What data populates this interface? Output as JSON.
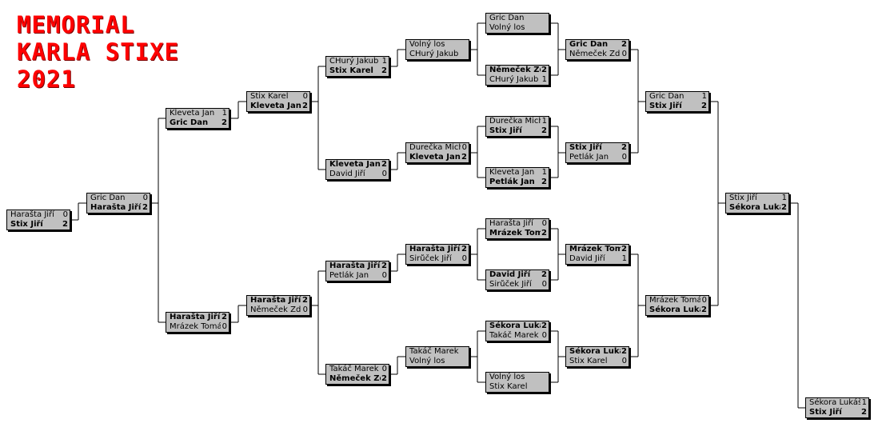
{
  "title": {
    "lines": [
      "MEMORIAL",
      "KARLA STIXE",
      "2021"
    ]
  },
  "matches": [
    {
      "id": "a1",
      "p": [
        {
          "n": "Harašta Jiří",
          "s": "0"
        },
        {
          "n": "Stix Jiří",
          "s": "2",
          "w": true
        }
      ]
    },
    {
      "id": "b1",
      "p": [
        {
          "n": "Gric Dan",
          "s": "0"
        },
        {
          "n": "Harašta Jiří",
          "s": "2",
          "w": true
        }
      ]
    },
    {
      "id": "c1",
      "p": [
        {
          "n": "Kleveta Jan",
          "s": "1"
        },
        {
          "n": "Gric Dan",
          "s": "2",
          "w": true
        }
      ]
    },
    {
      "id": "c2",
      "p": [
        {
          "n": "Harašta Jiří",
          "s": "2",
          "w": true
        },
        {
          "n": "Mrázek Tomáš",
          "s": "0"
        }
      ]
    },
    {
      "id": "d1",
      "p": [
        {
          "n": "Stix Karel",
          "s": "0"
        },
        {
          "n": "Kleveta Jan",
          "s": "2",
          "w": true
        }
      ]
    },
    {
      "id": "d2",
      "p": [
        {
          "n": "Harašta Jiří",
          "s": "2",
          "w": true
        },
        {
          "n": "Němeček Zdeněk",
          "s": "0"
        }
      ]
    },
    {
      "id": "e1",
      "p": [
        {
          "n": "CHurý Jakub",
          "s": "1"
        },
        {
          "n": "Stix Karel",
          "s": "2",
          "w": true
        }
      ]
    },
    {
      "id": "e2",
      "p": [
        {
          "n": "Kleveta Jan",
          "s": "2",
          "w": true
        },
        {
          "n": "David Jiří",
          "s": "0"
        }
      ]
    },
    {
      "id": "e3",
      "p": [
        {
          "n": "Harašta Jiří",
          "s": "2",
          "w": true
        },
        {
          "n": "Petlák Jan",
          "s": "0"
        }
      ]
    },
    {
      "id": "e4",
      "p": [
        {
          "n": "Takáč Marek",
          "s": "0"
        },
        {
          "n": "Němeček Zdeněk",
          "s": "2",
          "w": true
        }
      ]
    },
    {
      "id": "f1",
      "p": [
        {
          "n": "Volný los",
          "s": ""
        },
        {
          "n": "CHurý Jakub",
          "s": ""
        }
      ]
    },
    {
      "id": "f2",
      "p": [
        {
          "n": "Ďurečka Michal",
          "s": "0"
        },
        {
          "n": "Kleveta Jan",
          "s": "2",
          "w": true
        }
      ]
    },
    {
      "id": "f3",
      "p": [
        {
          "n": "Harašta Jiří",
          "s": "2",
          "w": true
        },
        {
          "n": "Širůček Jiří",
          "s": "0"
        }
      ]
    },
    {
      "id": "f4",
      "p": [
        {
          "n": "Takáč Marek",
          "s": ""
        },
        {
          "n": "Volný los",
          "s": ""
        }
      ]
    },
    {
      "id": "g1",
      "p": [
        {
          "n": "Gric Dan",
          "s": ""
        },
        {
          "n": "Volný los",
          "s": ""
        }
      ]
    },
    {
      "id": "g2",
      "p": [
        {
          "n": "Němeček Zdeněk",
          "s": "2",
          "w": true
        },
        {
          "n": "CHurý Jakub",
          "s": "1"
        }
      ]
    },
    {
      "id": "g3",
      "p": [
        {
          "n": "Ďurečka Michal",
          "s": "1"
        },
        {
          "n": "Stix Jiří",
          "s": "2",
          "w": true
        }
      ]
    },
    {
      "id": "g4",
      "p": [
        {
          "n": "Kleveta Jan",
          "s": "1"
        },
        {
          "n": "Petlák Jan",
          "s": "2",
          "w": true
        }
      ]
    },
    {
      "id": "g5",
      "p": [
        {
          "n": "Harašta Jiří",
          "s": "0"
        },
        {
          "n": "Mrázek Tomáš",
          "s": "2",
          "w": true
        }
      ]
    },
    {
      "id": "g6",
      "p": [
        {
          "n": "David Jiří",
          "s": "2",
          "w": true
        },
        {
          "n": "Širůček Jiří",
          "s": "0"
        }
      ]
    },
    {
      "id": "g7",
      "p": [
        {
          "n": "Sékora Lukáš",
          "s": "2",
          "w": true
        },
        {
          "n": "Takáč Marek",
          "s": "0"
        }
      ]
    },
    {
      "id": "g8",
      "p": [
        {
          "n": "Volný los",
          "s": ""
        },
        {
          "n": "Stix Karel",
          "s": ""
        }
      ]
    },
    {
      "id": "h1",
      "p": [
        {
          "n": "Gric Dan",
          "s": "2",
          "w": true
        },
        {
          "n": "Němeček Zdeněk",
          "s": "0"
        }
      ]
    },
    {
      "id": "h2",
      "p": [
        {
          "n": "Stix Jiří",
          "s": "2",
          "w": true
        },
        {
          "n": "Petlák Jan",
          "s": "0"
        }
      ]
    },
    {
      "id": "h3",
      "p": [
        {
          "n": "Mrázek Tomáš",
          "s": "2",
          "w": true
        },
        {
          "n": "David Jiří",
          "s": "1"
        }
      ]
    },
    {
      "id": "h4",
      "p": [
        {
          "n": "Sékora Lukáš",
          "s": "2",
          "w": true
        },
        {
          "n": "Stix Karel",
          "s": "0"
        }
      ]
    },
    {
      "id": "i1",
      "p": [
        {
          "n": "Gric Dan",
          "s": "1"
        },
        {
          "n": "Stix Jiří",
          "s": "2",
          "w": true
        }
      ]
    },
    {
      "id": "i2",
      "p": [
        {
          "n": "Mrázek Tomáš",
          "s": "0"
        },
        {
          "n": "Sékora Lukáš",
          "s": "2",
          "w": true
        }
      ]
    },
    {
      "id": "j1",
      "p": [
        {
          "n": "Stix Jiří",
          "s": "1"
        },
        {
          "n": "Sékora Lukáš",
          "s": "2",
          "w": true
        }
      ]
    },
    {
      "id": "k1",
      "p": [
        {
          "n": "Sékora Lukáš",
          "s": "1"
        },
        {
          "n": "Stix Jiří",
          "s": "2",
          "w": true
        }
      ]
    }
  ]
}
